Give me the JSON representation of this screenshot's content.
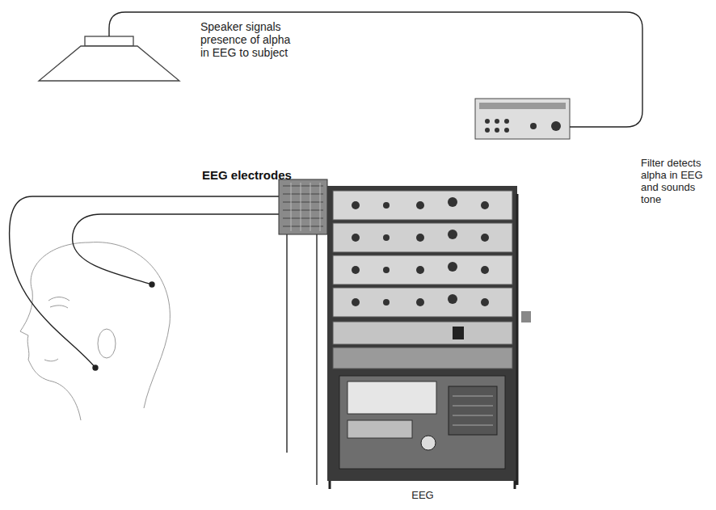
{
  "diagram": {
    "nodes": [
      {
        "text": [
          "Speaker signals presence of alpha in EEG to subject"
        ]
      },
      {
        "text": [
          "Filter detects alpha in EEG and sounds tone"
        ]
      },
      {
        "text": [
          "EEG"
        ]
      }
    ],
    "edges": [
      {
        "from": 1,
        "to": 0,
        "arrow": "none"
      }
    ],
    "labels": [
      "EEG electrodes"
    ]
  }
}
